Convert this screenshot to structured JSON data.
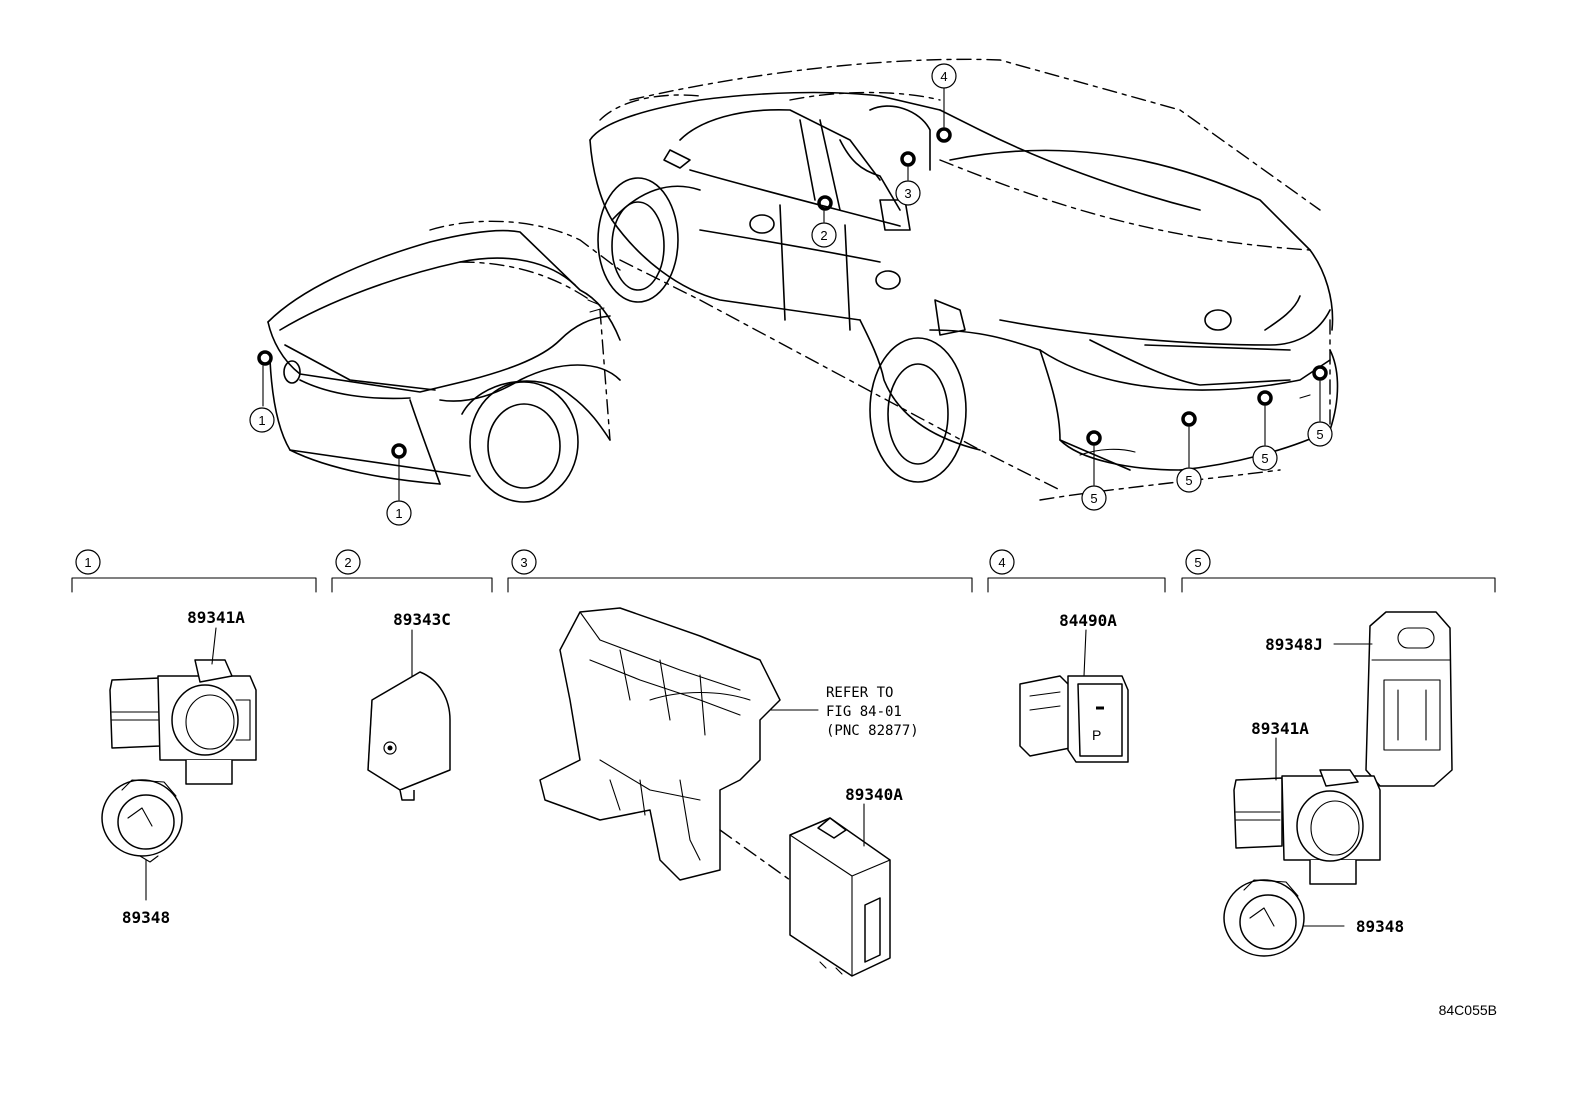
{
  "callouts": {
    "c1": "1",
    "c2": "2",
    "c3": "3",
    "c4": "4",
    "c5": "5"
  },
  "parts": {
    "front_sensor": "89341A",
    "front_retainer": "89348",
    "sensor_2": "89343C",
    "ecu": "89340A",
    "switch": "84490A",
    "rear_holder": "89348J",
    "rear_sensor": "89341A",
    "rear_retainer": "89348"
  },
  "refer": {
    "line1": "REFER TO",
    "line2": "FIG 84-01",
    "line3": "(PNC 82877)"
  },
  "switch_face": "P",
  "diagram_code": "84C055B"
}
